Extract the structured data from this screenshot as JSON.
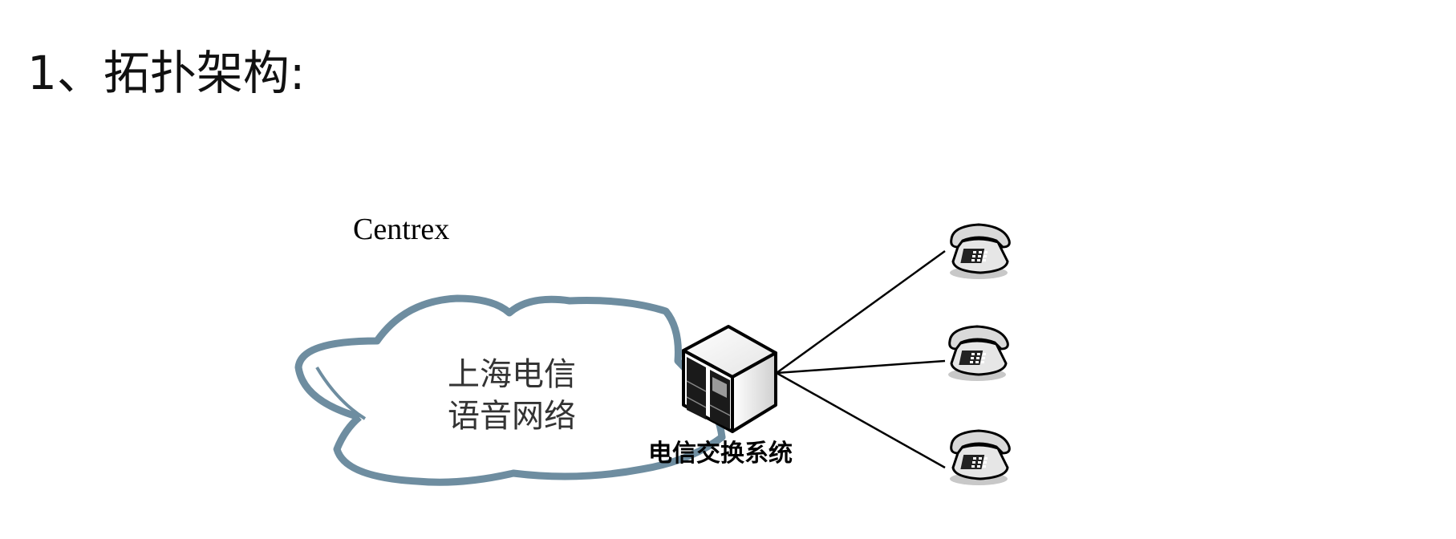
{
  "title": "1、拓扑架构:",
  "diagram": {
    "network_label": "Centrex",
    "cloud_label_line1": "上海电信",
    "cloud_label_line2": "语音网络",
    "switch_label": "电信交换系统",
    "phones": [
      "phone-1",
      "phone-2",
      "phone-3"
    ],
    "colors": {
      "cloud_stroke": "#6e8da0",
      "line": "#000000",
      "switch_front": "#dcdcdc",
      "switch_side": "#f2f2f2",
      "switch_panel": "#1a1a1a"
    },
    "icons": {
      "cloud": "cloud-icon",
      "switch": "telecom-switch-icon",
      "phone": "telephone-icon"
    }
  }
}
